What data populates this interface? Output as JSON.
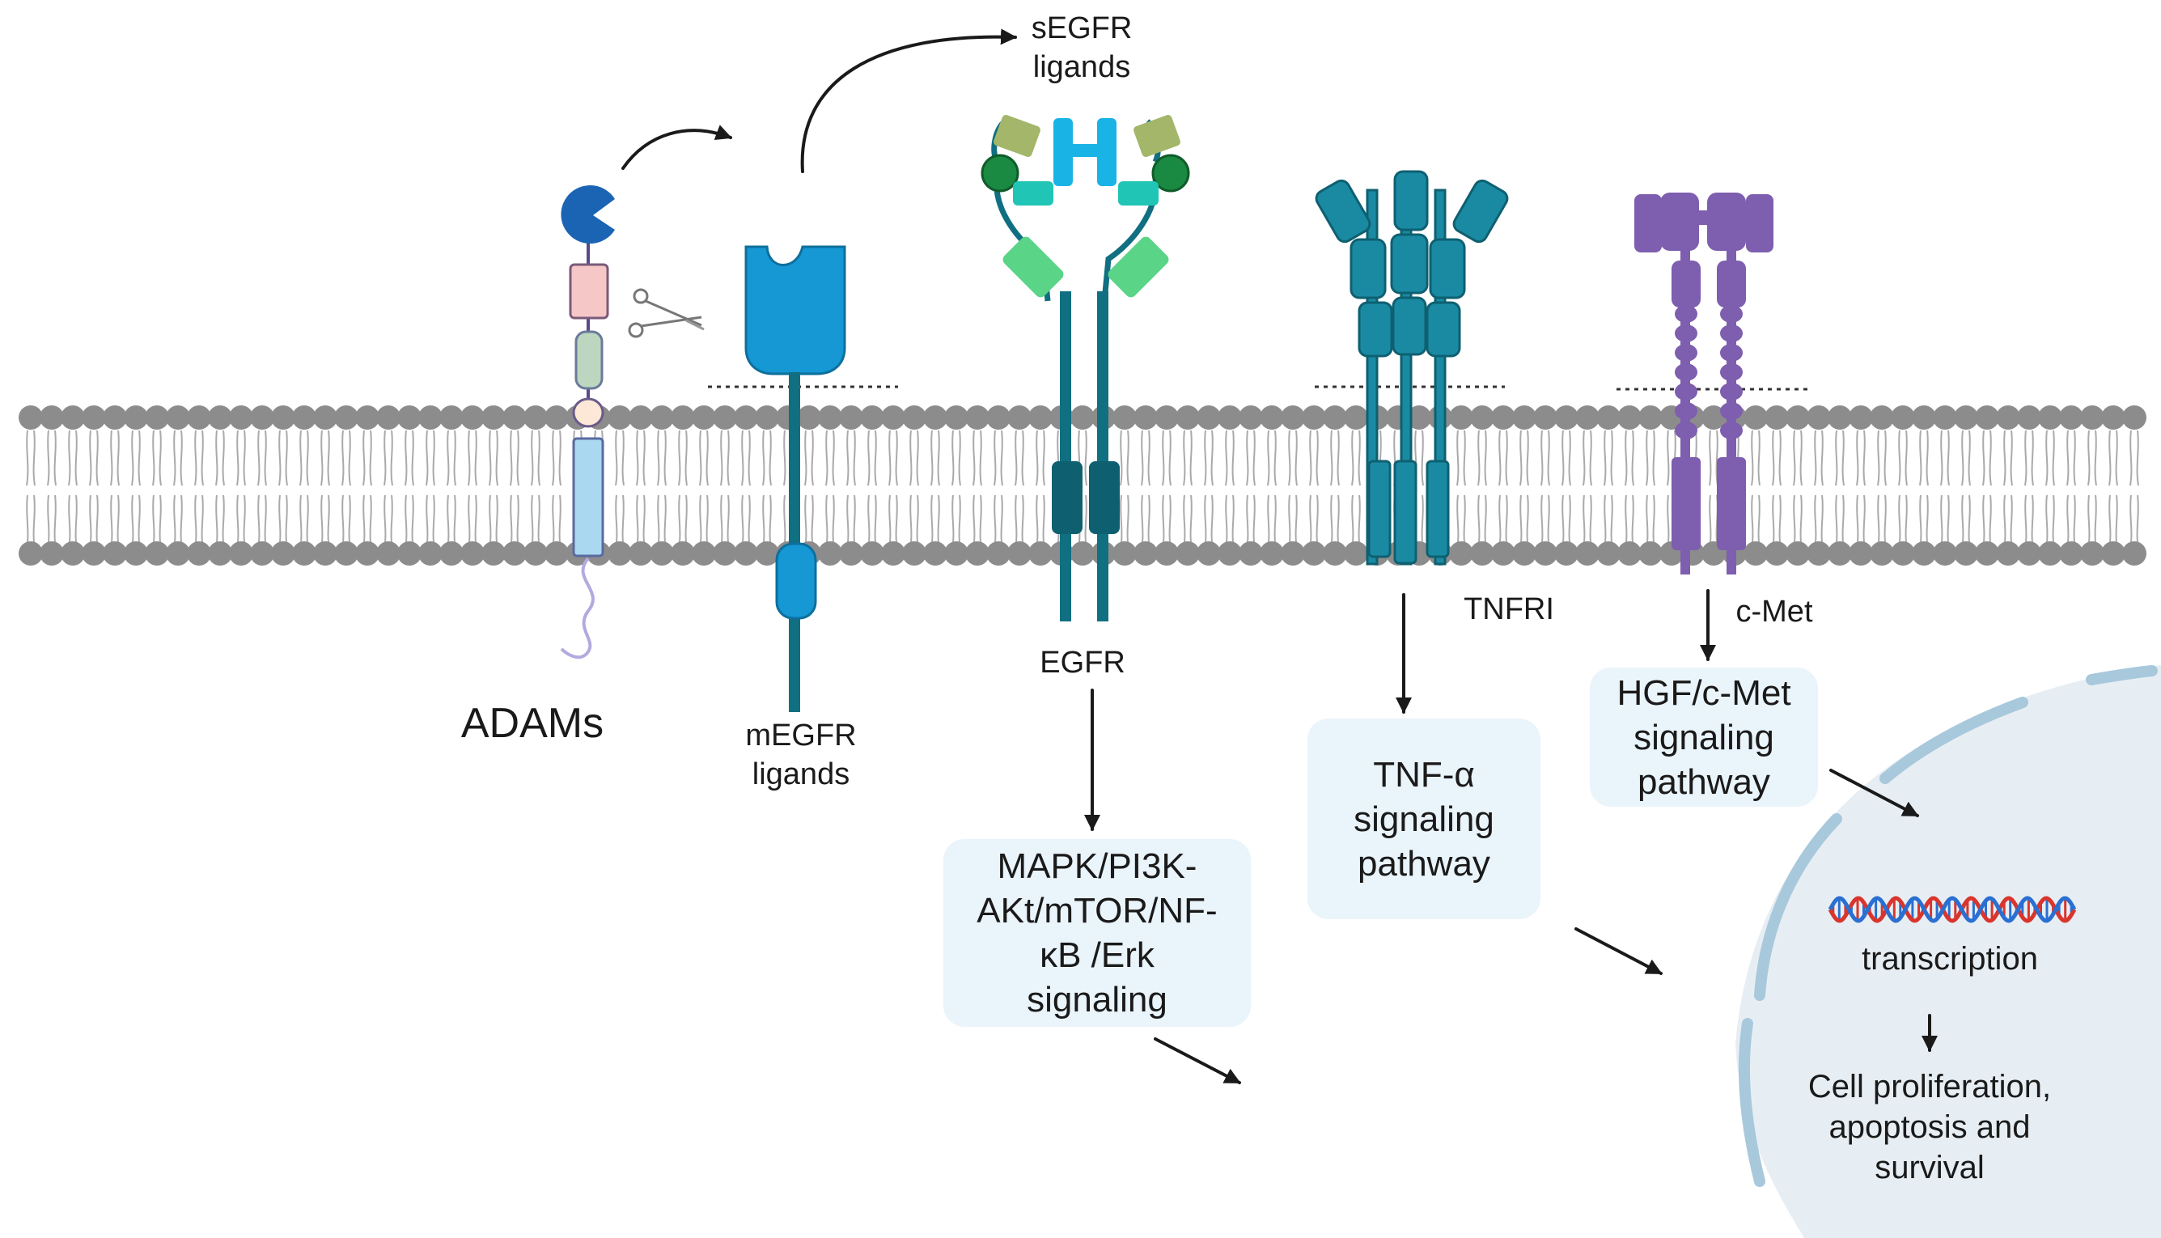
{
  "colors": {
    "membrane_head": "#8c8c8c",
    "egfr_teal": "#116f82",
    "tnfr_teal": "#1a8aa3",
    "cmet_purple": "#7e5eae",
    "mEGFR_blue": "#1598d4",
    "box_fill": "#eaf4fb",
    "nucleus_fill": "#e7eef3",
    "nuclear_envelope": "#b9d6e8",
    "arrow": "#1a1a1a"
  },
  "icons": {
    "adam_protease": "pacman-shape",
    "scissors": "scissors-icon",
    "dna": "dna-helix-icon"
  },
  "labels": {
    "sEGFR": "sEGFR\nligands",
    "adams": "ADAMs",
    "mEGFR": "mEGFR\nligands",
    "egfr": "EGFR",
    "tnfri": "TNFRI",
    "cmet": "c-Met",
    "transcription": "transcription",
    "outcome": "Cell proliferation,\napoptosis and\nsurvival"
  },
  "boxes": {
    "egfr_pathway": "MAPK/PI3K-\nAKt/mTOR/NF-\nκB /Erk\nsignaling",
    "tnf_pathway": "TNF-α\nsignaling\npathway",
    "hgf_pathway": "HGF/c-Met\nsignaling\npathway"
  }
}
